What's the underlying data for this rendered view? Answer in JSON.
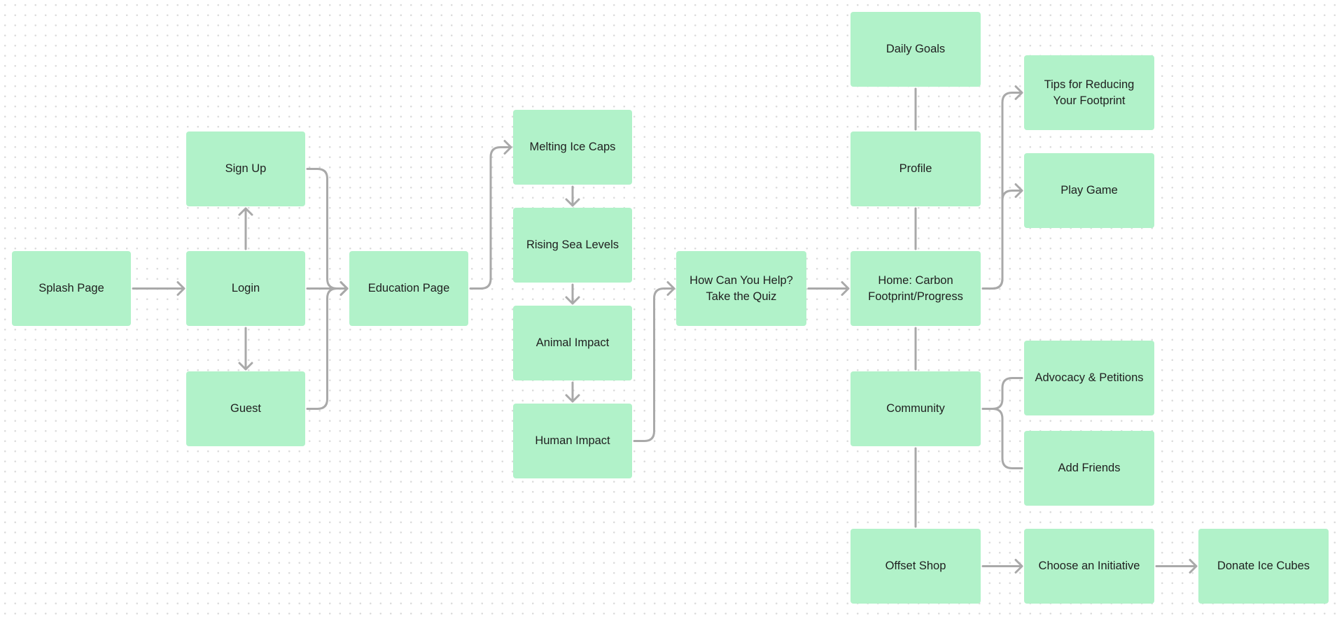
{
  "colors": {
    "node_fill": "#b1f2c9",
    "node_text": "#1f1f1f",
    "connector": "#a9a9a9",
    "background": "#ffffff",
    "grid_dot": "#dcdcdc"
  },
  "nodes": {
    "splash": "Splash Page",
    "signup": "Sign Up",
    "login": "Login",
    "guest": "Guest",
    "education": "Education Page",
    "melting": "Melting Ice Caps",
    "rising": "Rising Sea Levels",
    "animal": "Animal Impact",
    "human": "Human Impact",
    "quiz": "How Can You Help?\nTake the Quiz",
    "daily": "Daily Goals",
    "profile": "Profile",
    "home": "Home: Carbon\nFootprint/Progress",
    "community": "Community",
    "offset": "Offset Shop",
    "tips": "Tips for Reducing\nYour Footprint",
    "play": "Play Game",
    "advocacy": "Advocacy & Petitions",
    "friends": "Add Friends",
    "initiative": "Choose an Initiative",
    "donate": "Donate Ice Cubes"
  },
  "edges": [
    {
      "from": "splash",
      "to": "login",
      "arrow": true
    },
    {
      "from": "login",
      "to": "signup",
      "arrow": true
    },
    {
      "from": "login",
      "to": "guest",
      "arrow": true
    },
    {
      "from": "login",
      "to": "education",
      "arrow": true
    },
    {
      "from": "signup",
      "to": "education",
      "arrow": true
    },
    {
      "from": "guest",
      "to": "education",
      "arrow": true
    },
    {
      "from": "education",
      "to": "melting",
      "arrow": true
    },
    {
      "from": "melting",
      "to": "rising",
      "arrow": true
    },
    {
      "from": "rising",
      "to": "animal",
      "arrow": true
    },
    {
      "from": "animal",
      "to": "human",
      "arrow": true
    },
    {
      "from": "human",
      "to": "quiz",
      "arrow": true
    },
    {
      "from": "quiz",
      "to": "home",
      "arrow": true
    },
    {
      "from": "daily",
      "to": "profile",
      "arrow": false
    },
    {
      "from": "profile",
      "to": "home",
      "arrow": false
    },
    {
      "from": "home",
      "to": "community",
      "arrow": false
    },
    {
      "from": "community",
      "to": "offset",
      "arrow": false
    },
    {
      "from": "home",
      "to": "tips",
      "arrow": true
    },
    {
      "from": "home",
      "to": "play",
      "arrow": true
    },
    {
      "from": "community",
      "to": "advocacy",
      "arrow": false
    },
    {
      "from": "community",
      "to": "friends",
      "arrow": false
    },
    {
      "from": "offset",
      "to": "initiative",
      "arrow": true
    },
    {
      "from": "initiative",
      "to": "donate",
      "arrow": true
    }
  ]
}
